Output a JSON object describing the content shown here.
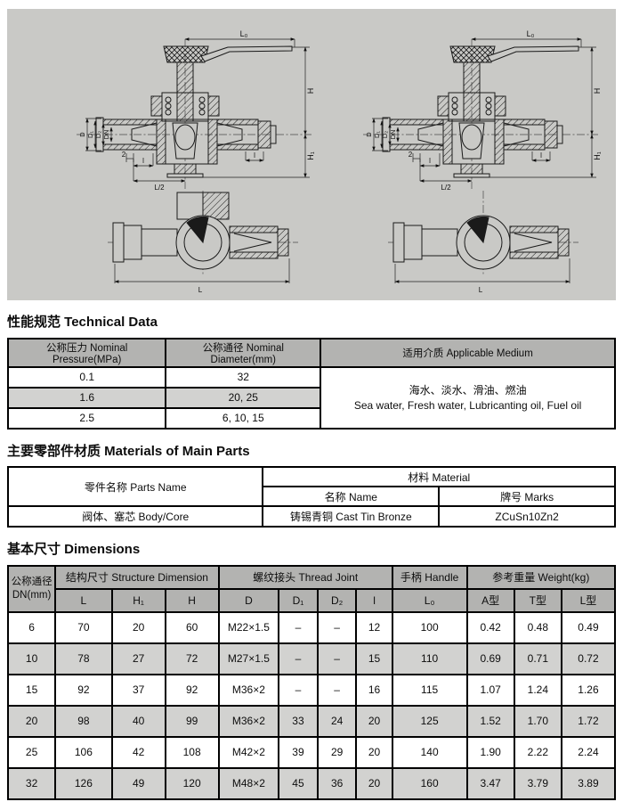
{
  "colors": {
    "panel_bg": "#c9c9c6",
    "header_bg": "#b3b3b1",
    "alt_row_bg": "#d2d2d0",
    "border": "#000000",
    "line": "#1a1a1a"
  },
  "drawings": {
    "labels": {
      "L0": "L₀",
      "H": "H",
      "H1": "H₁",
      "D": "D",
      "D1": "D₁",
      "D2": "D₂",
      "DN": "DN",
      "dim2": "2",
      "l": "l",
      "L_half": "L/2",
      "L": "L"
    }
  },
  "sections": {
    "technical_data": {
      "title": "性能规范 Technical Data",
      "table": {
        "headers": [
          "公称压力 Nominal Pressure(MPa)",
          "公称通径 Nominal Diameter(mm)",
          "适用介质 Applicable Medium"
        ],
        "rows": [
          {
            "pressure": "0.1",
            "diameter": "32"
          },
          {
            "pressure": "1.6",
            "diameter": "20, 25"
          },
          {
            "pressure": "2.5",
            "diameter": "6, 10, 15"
          }
        ],
        "medium_cn": "海水、淡水、滑油、燃油",
        "medium_en": "Sea water, Fresh water, Lubricanting oil, Fuel oil"
      }
    },
    "materials": {
      "title": "主要零部件材质 Materials of Main Parts",
      "table": {
        "parts_name_header": "零件名称 Parts Name",
        "material_header": "材料 Material",
        "name_header": "名称 Name",
        "marks_header": "牌号 Marks",
        "rows": [
          {
            "part": "阀体、塞芯  Body/Core",
            "name": "铸锡青铜 Cast Tin Bronze",
            "marks": "ZCuSn10Zn2"
          }
        ]
      }
    },
    "dimensions": {
      "title": "基本尺寸 Dimensions",
      "table": {
        "group_headers": {
          "dn": "公称通径\nDN(mm)",
          "structure": "结构尺寸 Structure Dimension",
          "thread": "螺纹接头 Thread Joint",
          "handle": "手柄 Handle",
          "weight": "参考重量 Weight(kg)"
        },
        "sub_headers": [
          "L",
          "H₁",
          "H",
          "D",
          "D₁",
          "D₂",
          "l",
          "L₀",
          "A型",
          "T型",
          "L型"
        ],
        "rows": [
          [
            "6",
            "70",
            "20",
            "60",
            "M22×1.5",
            "–",
            "–",
            "12",
            "100",
            "0.42",
            "0.48",
            "0.49"
          ],
          [
            "10",
            "78",
            "27",
            "72",
            "M27×1.5",
            "–",
            "–",
            "15",
            "110",
            "0.69",
            "0.71",
            "0.72"
          ],
          [
            "15",
            "92",
            "37",
            "92",
            "M36×2",
            "–",
            "–",
            "16",
            "115",
            "1.07",
            "1.24",
            "1.26"
          ],
          [
            "20",
            "98",
            "40",
            "99",
            "M36×2",
            "33",
            "24",
            "20",
            "125",
            "1.52",
            "1.70",
            "1.72"
          ],
          [
            "25",
            "106",
            "42",
            "108",
            "M42×2",
            "39",
            "29",
            "20",
            "140",
            "1.90",
            "2.22",
            "2.24"
          ],
          [
            "32",
            "126",
            "49",
            "120",
            "M48×2",
            "45",
            "36",
            "20",
            "160",
            "3.47",
            "3.79",
            "3.89"
          ]
        ]
      }
    }
  }
}
